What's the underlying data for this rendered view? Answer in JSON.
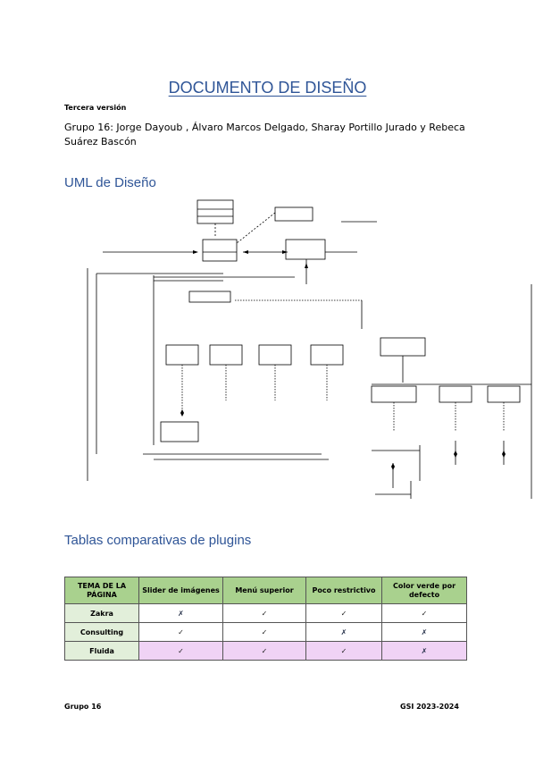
{
  "title": "DOCUMENTO DE DISEÑO",
  "version": "Tercera versión",
  "group_line": "Grupo 16: Jorge Dayoub , Álvaro Marcos Delgado, Sharay Portillo Jurado y Rebeca Suárez Bascón",
  "sections": {
    "uml": "UML de Diseño",
    "tables": "Tablas comparativas de plugins"
  },
  "table": {
    "headers": [
      "TEMA DE LA PÁGINA",
      "Slider de imágenes",
      "Menú superior",
      "Poco restrictivo",
      "Color verde por defecto"
    ],
    "rows": [
      {
        "name": "Zakra",
        "cells": [
          "✗",
          "✓",
          "✓",
          "✓"
        ]
      },
      {
        "name": "Consulting",
        "cells": [
          "✓",
          "✓",
          "✗",
          "✗"
        ]
      },
      {
        "name": "Fluida",
        "cells": [
          "✓",
          "✓",
          "✓",
          "✗"
        ]
      }
    ],
    "colors": {
      "header": "#a9d18e",
      "plugin_col": "#e2efda",
      "highlight_row": "#f0d3f5"
    }
  },
  "footer": {
    "left": "Grupo 16",
    "right": "GSI 2023-2024"
  },
  "colors": {
    "heading": "#2f5597"
  }
}
